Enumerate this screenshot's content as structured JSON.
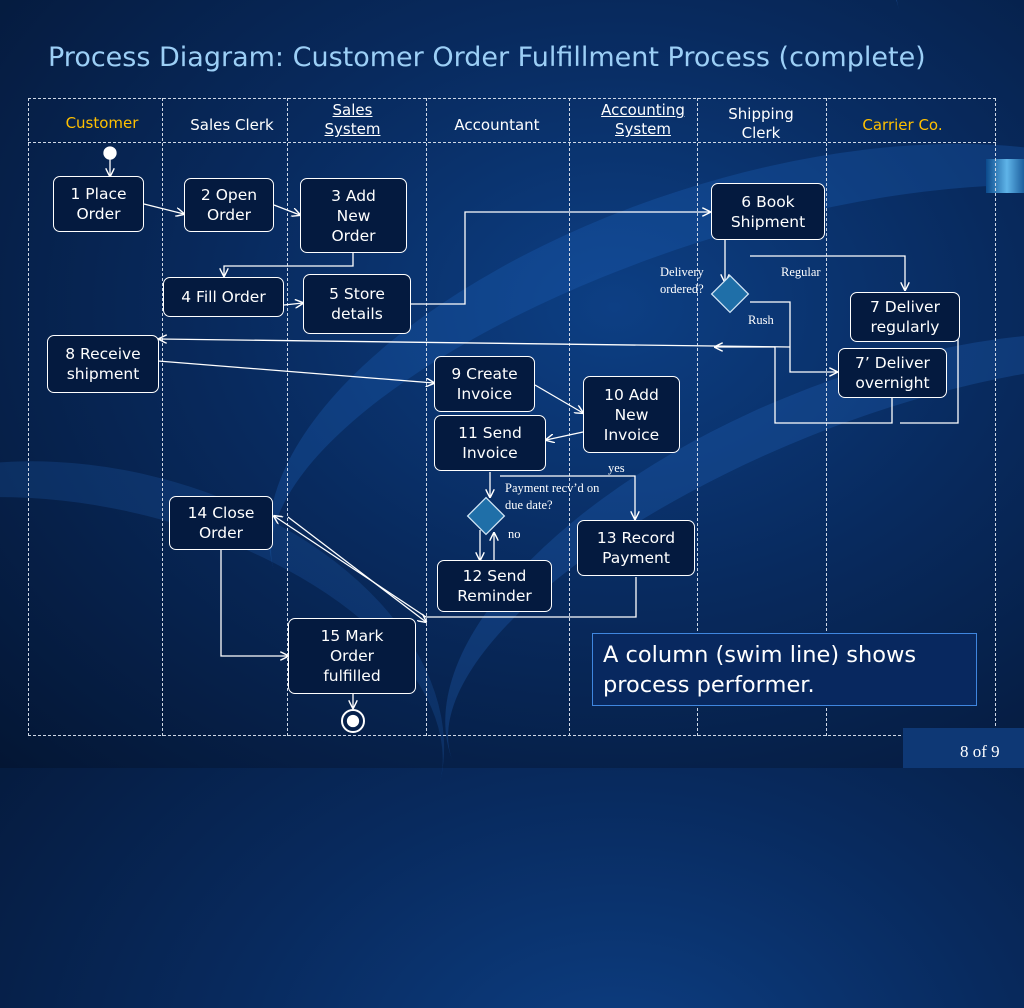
{
  "title": {
    "part1": "Process Diagram: ",
    "part2": "Customer Order Fulfillment Process (complete)"
  },
  "lanes": [
    {
      "id": "customer",
      "label": "Customer",
      "color": "#ffc000"
    },
    {
      "id": "sales-clerk",
      "label": "Sales Clerk"
    },
    {
      "id": "sales-system",
      "label": "Sales\nSystem"
    },
    {
      "id": "accountant",
      "label": "Accountant"
    },
    {
      "id": "accounting-system",
      "label": "Accounting\nSystem"
    },
    {
      "id": "shipping-clerk",
      "label": "Shipping\nClerk"
    },
    {
      "id": "carrier",
      "label": "Carrier Co.",
      "color": "#ffc000"
    }
  ],
  "steps": {
    "s1": "1 Place\nOrder",
    "s2": "2 Open\nOrder",
    "s3": "3 Add\nNew\nOrder",
    "s4": "4 Fill Order",
    "s5": "5 Store\ndetails",
    "s6": "6 Book\nShipment",
    "s7": "7 Deliver\nregularly",
    "s7b": "7’ Deliver\novernight",
    "s8": "8 Receive\nshipment",
    "s9": "9 Create\nInvoice",
    "s10": "10 Add\nNew\nInvoice",
    "s11": "11 Send\nInvoice",
    "s12": "12 Send\nReminder",
    "s13": "13 Record\nPayment",
    "s14": "14 Close\nOrder",
    "s15": "15 Mark\nOrder\nfulfilled"
  },
  "decisions": {
    "delivery": {
      "question": "Delivery\nordered?",
      "branch_regular": "Regular",
      "branch_rush": "Rush"
    },
    "payment": {
      "question": "Payment recv’d on\ndue date?",
      "branch_yes": "yes",
      "branch_no": "no"
    }
  },
  "callout": "A column (swim line) shows process performer.",
  "page": {
    "current": "8",
    "of": "of",
    "total": "9"
  },
  "colors": {
    "accent": "#9ccff6",
    "lane_highlight": "#ffc000",
    "callout_border": "#3f86df",
    "node_fill": "#041a3f"
  }
}
